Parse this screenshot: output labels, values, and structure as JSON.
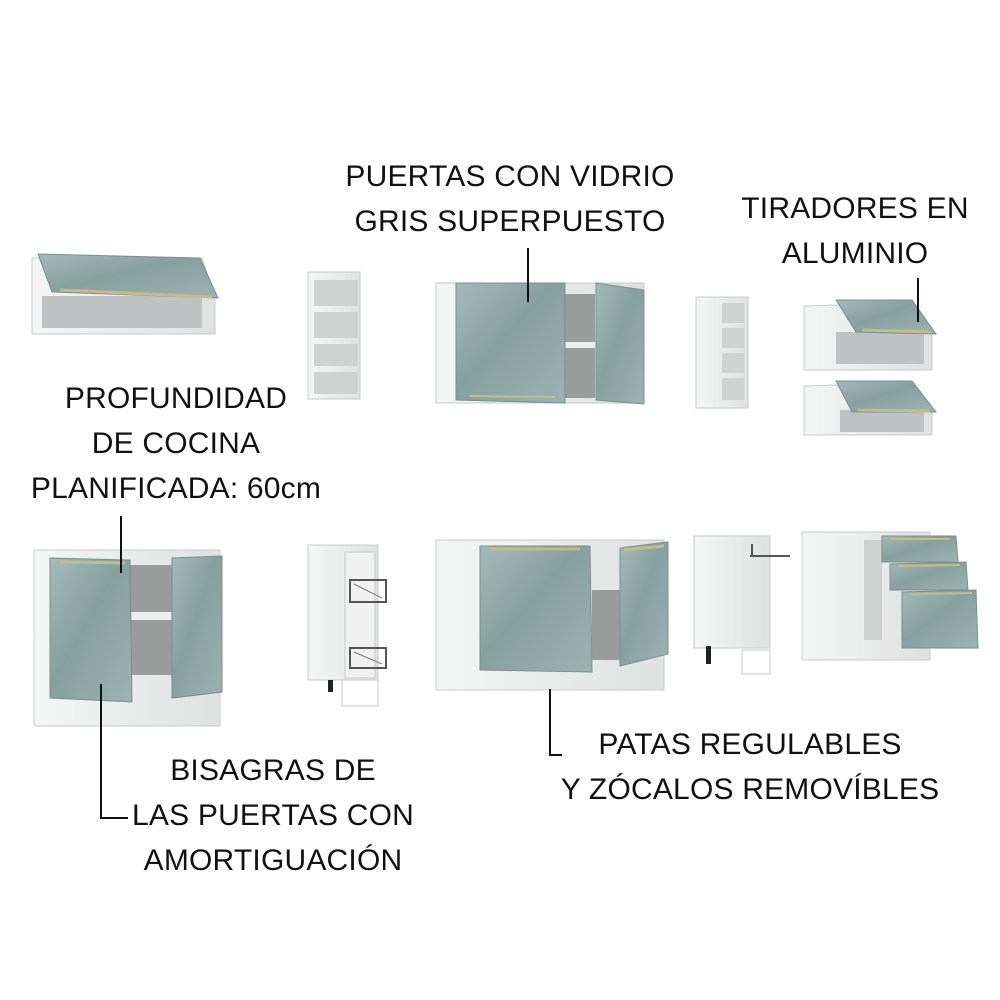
{
  "callouts": {
    "glass_doors": {
      "line1": "PUERTAS CON VIDRIO",
      "line2": "GRIS SUPERPUESTO"
    },
    "handles": {
      "line1": "TIRADORES EN",
      "line2": "ALUMINIO"
    },
    "depth": {
      "line1": "PROFUNDIDAD",
      "line2": "DE COCINA",
      "line3": "PLANIFICADA: 60cm"
    },
    "hinges": {
      "line1": "BISAGRAS DE",
      "line2": "LAS PUERTAS CON",
      "line3": "AMORTIGUACIÓN"
    },
    "legs": {
      "line1": "PATAS REGULABLES",
      "line2": "Y ZÓCALOS REMOVÍBLES"
    }
  },
  "colors": {
    "glass": "#8fa9a8",
    "glass_dark": "#6f8887",
    "carcass": "#ffffff",
    "carcass_shade": "#d9dbdb",
    "interior": "#9a9c9c",
    "handle": "#c9b98a",
    "leader_line": "#111111"
  }
}
